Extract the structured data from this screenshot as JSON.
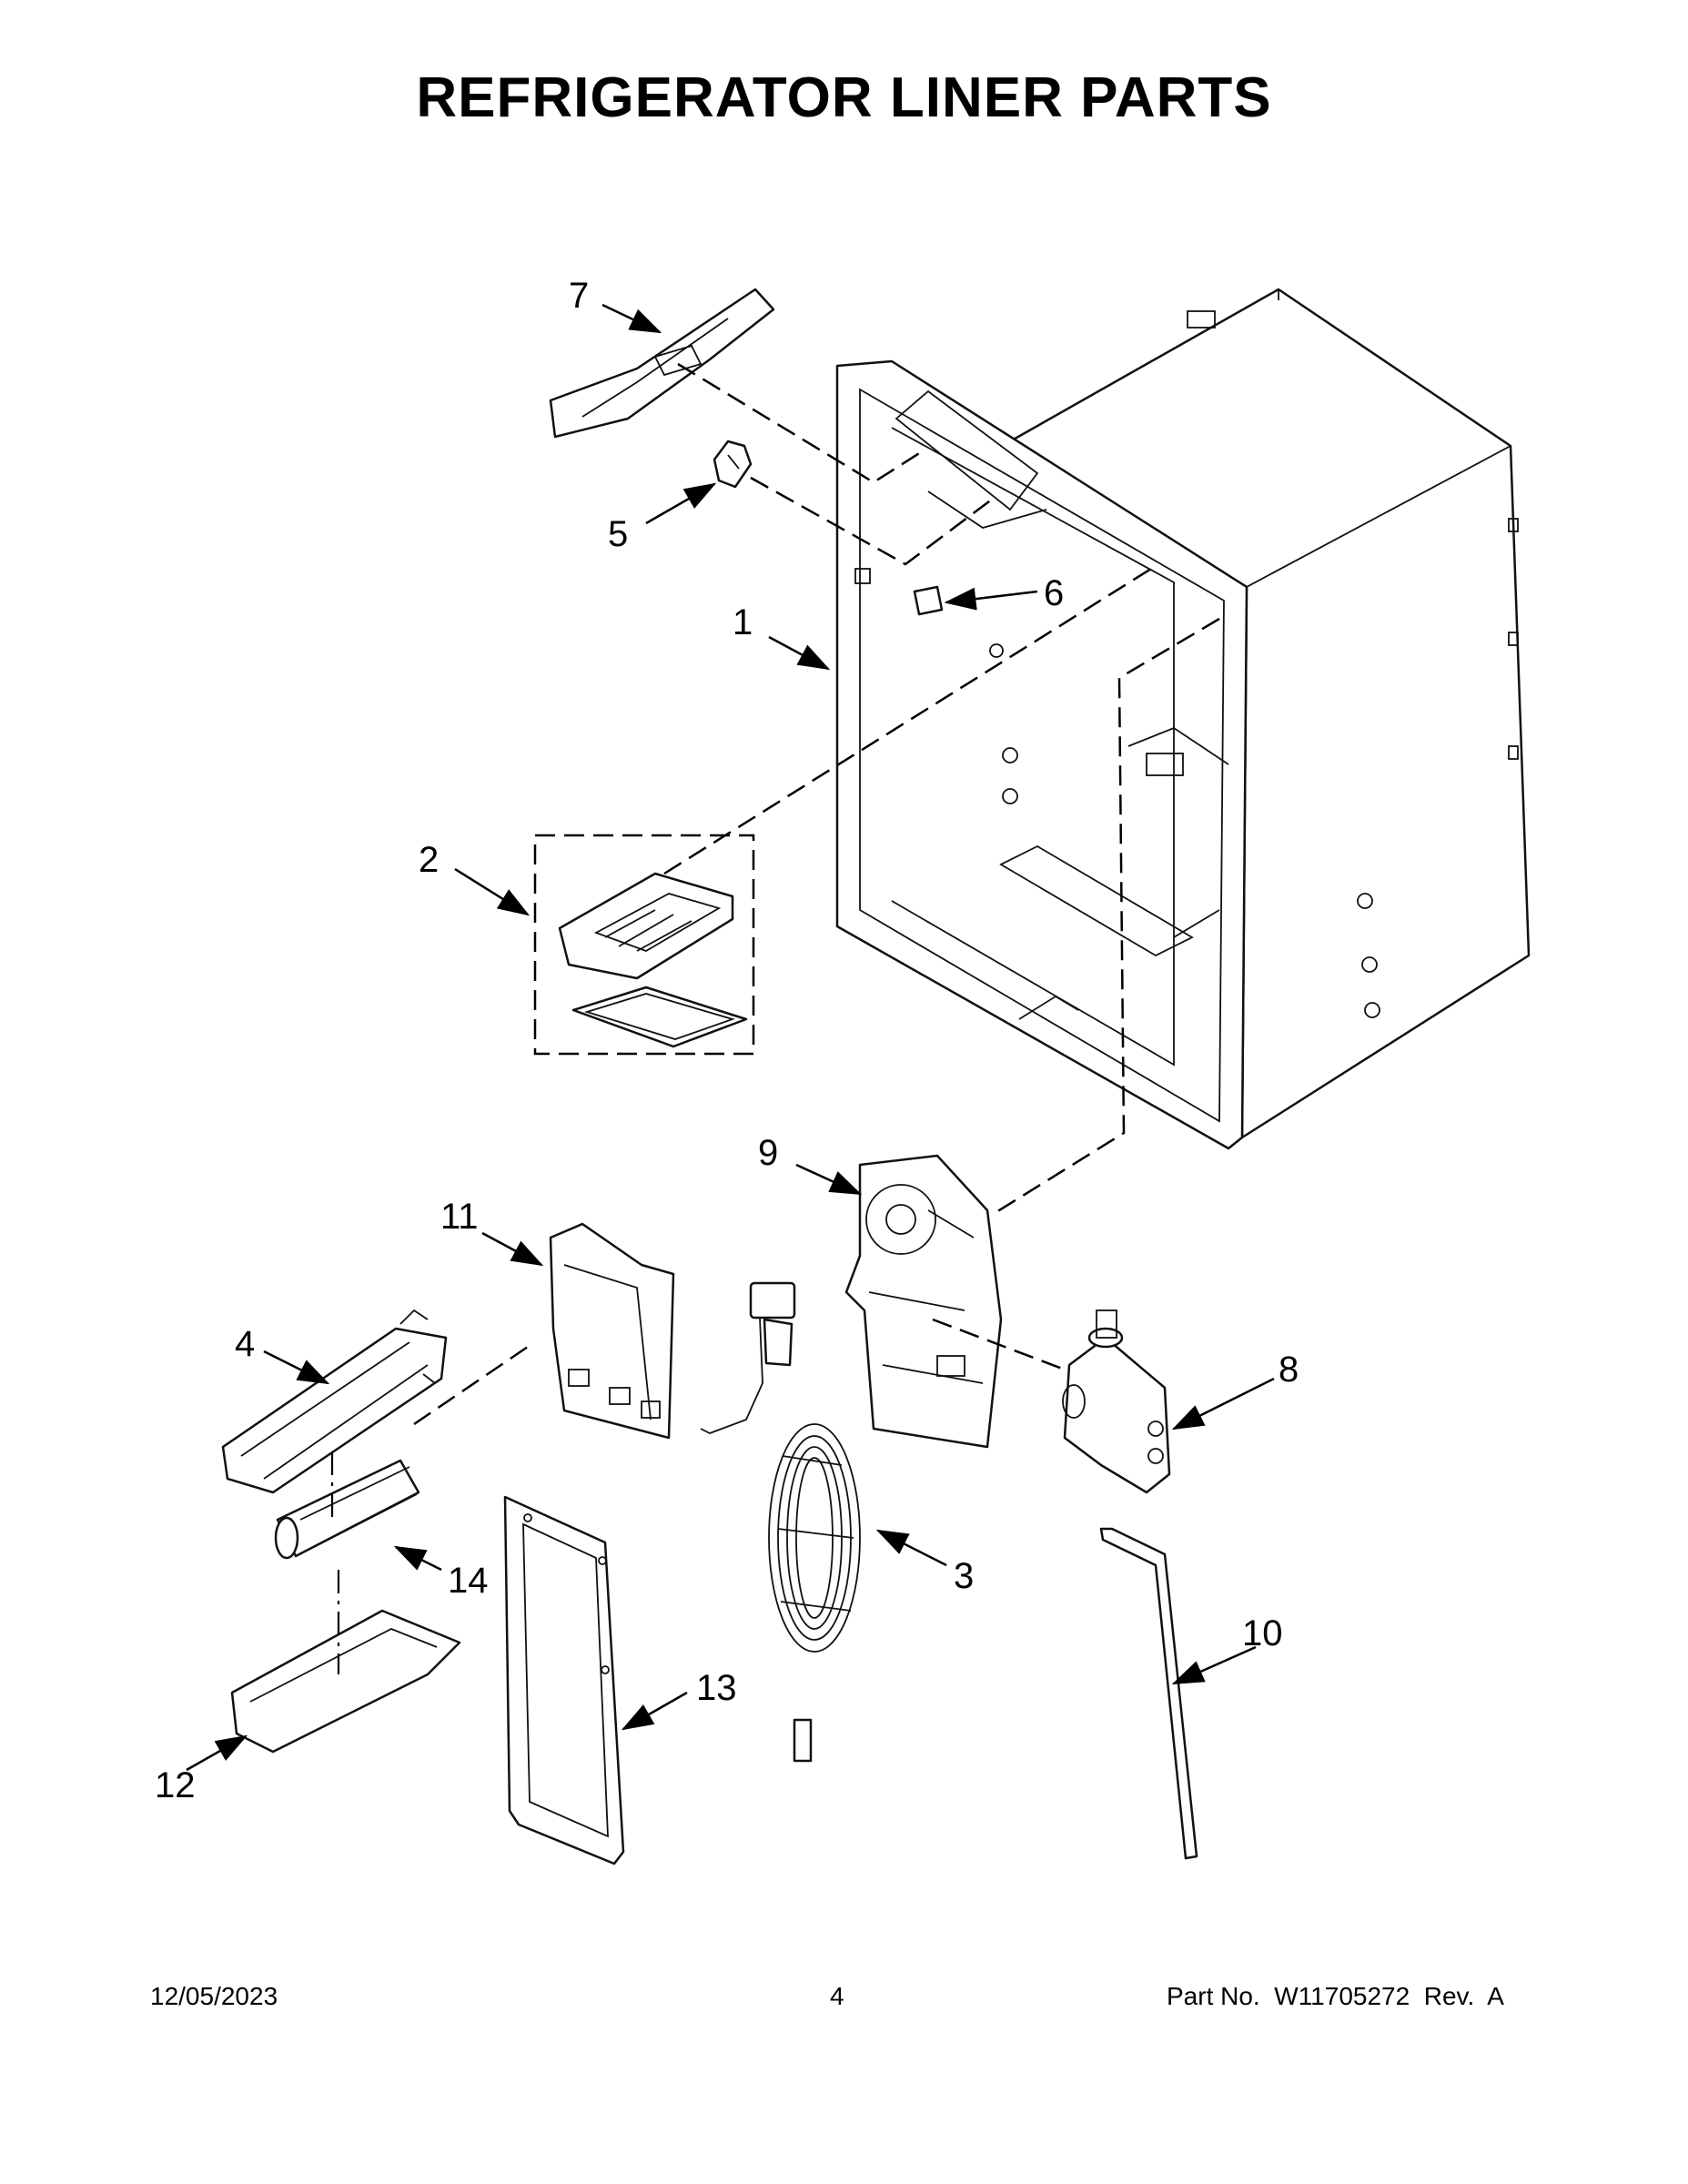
{
  "title": "REFRIGERATOR LINER PARTS",
  "callouts": [
    "1",
    "2",
    "3",
    "4",
    "5",
    "6",
    "7",
    "8",
    "9",
    "10",
    "11",
    "12",
    "13",
    "14"
  ],
  "footer": {
    "date": "12/05/2023",
    "page": "4",
    "part_no": "Part No.  W11705272  Rev.  A"
  }
}
